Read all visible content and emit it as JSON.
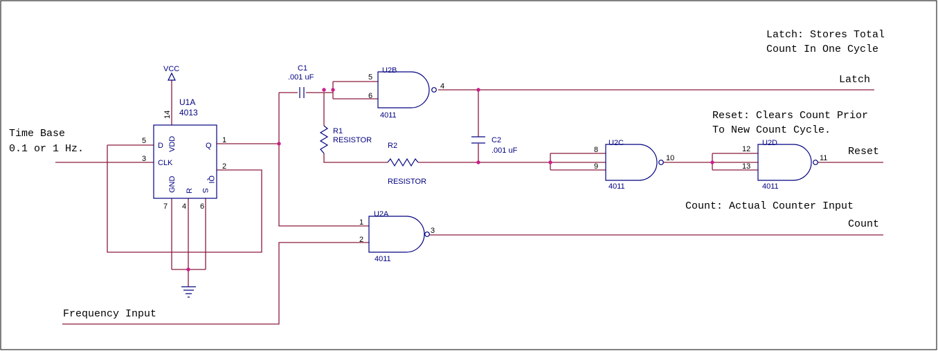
{
  "colors": {
    "wire": "#8b1a3a",
    "component": "#000080",
    "junction": "#cc1f8a",
    "text": "#000000"
  },
  "notes": {
    "latch": [
      "Latch: Stores Total",
      "Count In One Cycle"
    ],
    "reset": [
      "Reset: Clears Count Prior",
      "To New Count Cycle."
    ],
    "count": "Count: Actual Counter Input"
  },
  "signals": {
    "time_base": [
      "Time Base",
      "0.1 or 1 Hz."
    ],
    "frequency_input": "Frequency Input",
    "latch": "Latch",
    "reset": "Reset",
    "count": "Count"
  },
  "power": {
    "vcc": "VCC"
  },
  "u1a": {
    "ref": "U1A",
    "part": "4013",
    "pin_names": {
      "d": "D",
      "clk": "CLK",
      "vdd": "VDD",
      "q": "Q",
      "qi": "QI",
      "gnd": "GND",
      "r": "R",
      "s": "S"
    },
    "pin_numbers": {
      "d": "5",
      "clk": "3",
      "vdd": "14",
      "q": "1",
      "qi": "2",
      "gnd": "7",
      "r": "4",
      "s": "6"
    }
  },
  "u2a": {
    "ref": "U2A",
    "part": "4011",
    "pins": [
      "1",
      "2",
      "3"
    ]
  },
  "u2b": {
    "ref": "U2B",
    "part": "4011",
    "pins": [
      "5",
      "6",
      "4"
    ]
  },
  "u2c": {
    "ref": "U2C",
    "part": "4011",
    "pins": [
      "8",
      "9",
      "10"
    ]
  },
  "u2d": {
    "ref": "U2D",
    "part": "4011",
    "pins": [
      "12",
      "13",
      "11"
    ]
  },
  "c1": {
    "ref": "C1",
    "value": ".001 uF"
  },
  "c2": {
    "ref": "C2",
    "value": ".001 uF"
  },
  "r1": {
    "ref": "R1",
    "value": "RESISTOR"
  },
  "r2": {
    "ref": "R2",
    "value": "RESISTOR"
  }
}
